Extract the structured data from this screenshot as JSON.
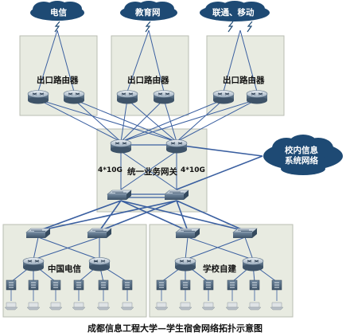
{
  "clouds": {
    "telecom": "电信",
    "education": "教育网",
    "unicom_mobile": "联通、移动",
    "campus_info": "校内信息\n系统网络"
  },
  "labels": {
    "egress_router_1": "出口路由器",
    "egress_router_2": "出口路由器",
    "egress_router_3": "出口路由器",
    "gateway": "统一业务网关",
    "link_left": "4*10G",
    "link_right": "4*10G",
    "china_telecom": "中国电信",
    "school_built": "学校自建"
  },
  "caption": "成都信息工程大学—学生宿舍网络拓扑示意图",
  "colors": {
    "cloud": "#1e4a74",
    "box_fill": "#e8ebe1",
    "box_border": "#b9bdb2",
    "link": "#3a5fa0",
    "device": "#4f6a86"
  }
}
